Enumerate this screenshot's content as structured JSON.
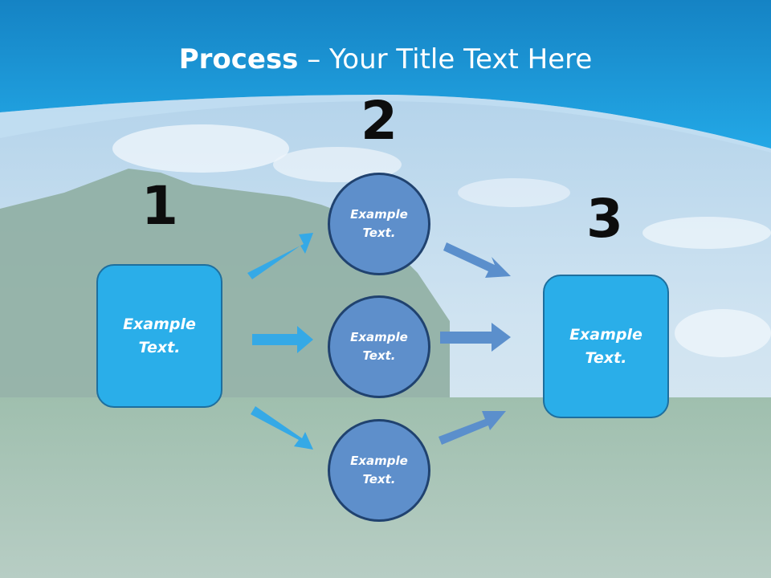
{
  "title": {
    "bold": "Process",
    "rest": " – Your Title Text Here"
  },
  "steps": [
    {
      "number": "1",
      "text": "Example\nText."
    },
    {
      "number": "2",
      "items": [
        "Example\nText.",
        "Example\nText.",
        "Example\nText."
      ]
    },
    {
      "number": "3",
      "text": "Example\nText."
    }
  ],
  "colors": {
    "header_blue": "#1aa3e0",
    "box_fill": "#2aaee9",
    "circle_fill": "#5e8fcb",
    "arrow_left": "#35a9e6",
    "arrow_right": "#5b8fcc"
  }
}
